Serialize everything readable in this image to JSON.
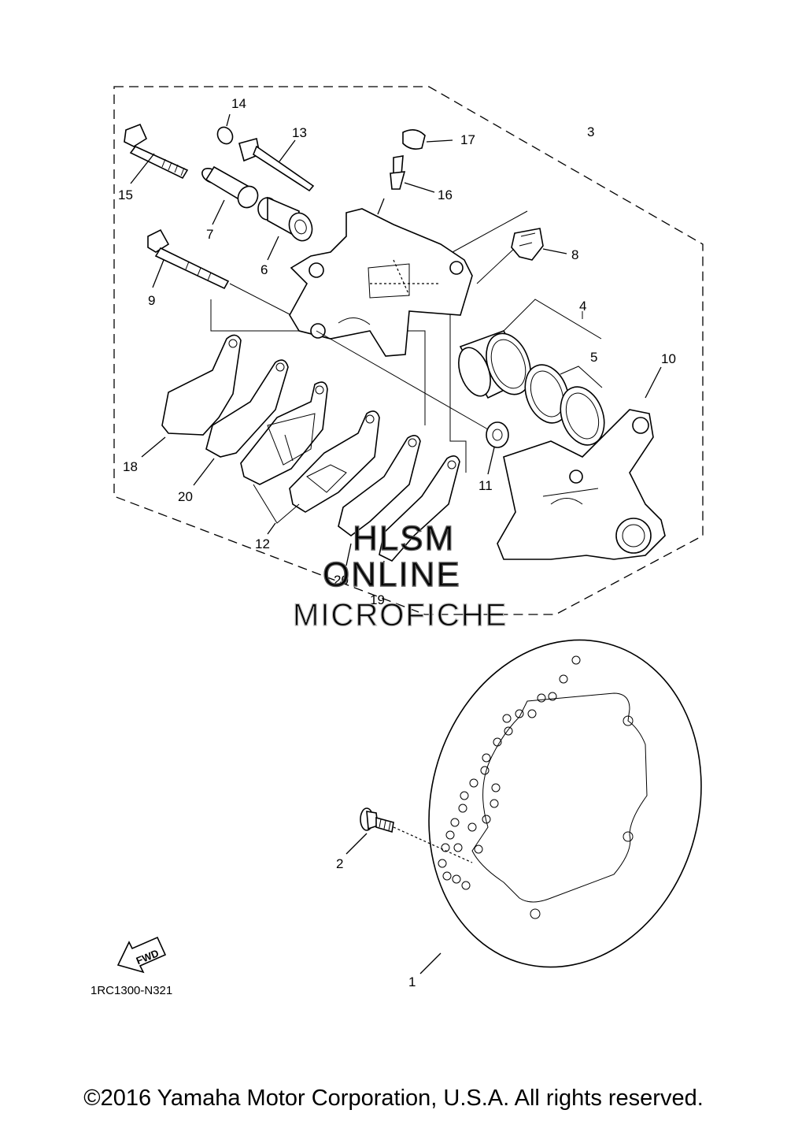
{
  "callouts": [
    {
      "id": "c1",
      "label": "1"
    },
    {
      "id": "c2",
      "label": "2"
    },
    {
      "id": "c3",
      "label": "3"
    },
    {
      "id": "c4",
      "label": "4"
    },
    {
      "id": "c5",
      "label": "5"
    },
    {
      "id": "c6",
      "label": "6"
    },
    {
      "id": "c7",
      "label": "7"
    },
    {
      "id": "c8",
      "label": "8"
    },
    {
      "id": "c9",
      "label": "9"
    },
    {
      "id": "c10",
      "label": "10"
    },
    {
      "id": "c11",
      "label": "11"
    },
    {
      "id": "c12",
      "label": "12"
    },
    {
      "id": "c13",
      "label": "13"
    },
    {
      "id": "c14",
      "label": "14"
    },
    {
      "id": "c15",
      "label": "15"
    },
    {
      "id": "c16",
      "label": "16"
    },
    {
      "id": "c17",
      "label": "17"
    },
    {
      "id": "c18",
      "label": "18"
    },
    {
      "id": "c19",
      "label": "19"
    },
    {
      "id": "c20a",
      "label": "20"
    },
    {
      "id": "c20b",
      "label": "20"
    }
  ],
  "fwd_label": "FWD",
  "diagram_code": "1RC1300-N321",
  "watermark": {
    "line1": "HLSM",
    "line2": "ONLINE",
    "line3": "MICROFICHE"
  },
  "copyright": "©2016 Yamaha Motor Corporation, U.S.A. All rights reserved."
}
